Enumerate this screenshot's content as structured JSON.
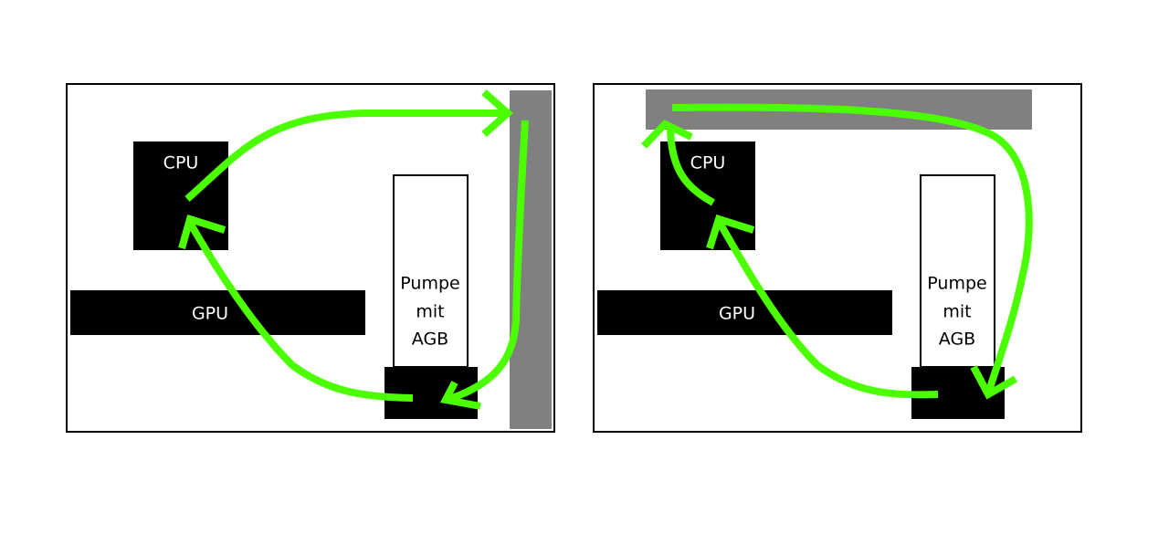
{
  "colors": {
    "component": "#000000",
    "radiator": "#808080",
    "flow_arrow": "#4cff00",
    "frame_border": "#000000",
    "background": "#ffffff"
  },
  "diagrams": [
    {
      "labels": {
        "cpu": "CPU",
        "gpu": "GPU",
        "pump_line1": "Pumpe",
        "pump_line2": "mit",
        "pump_line3": "AGB"
      },
      "radiator_orientation": "vertical-right"
    },
    {
      "labels": {
        "cpu": "CPU",
        "gpu": "GPU",
        "pump_line1": "Pumpe",
        "pump_line2": "mit",
        "pump_line3": "AGB"
      },
      "radiator_orientation": "horizontal-top"
    }
  ]
}
